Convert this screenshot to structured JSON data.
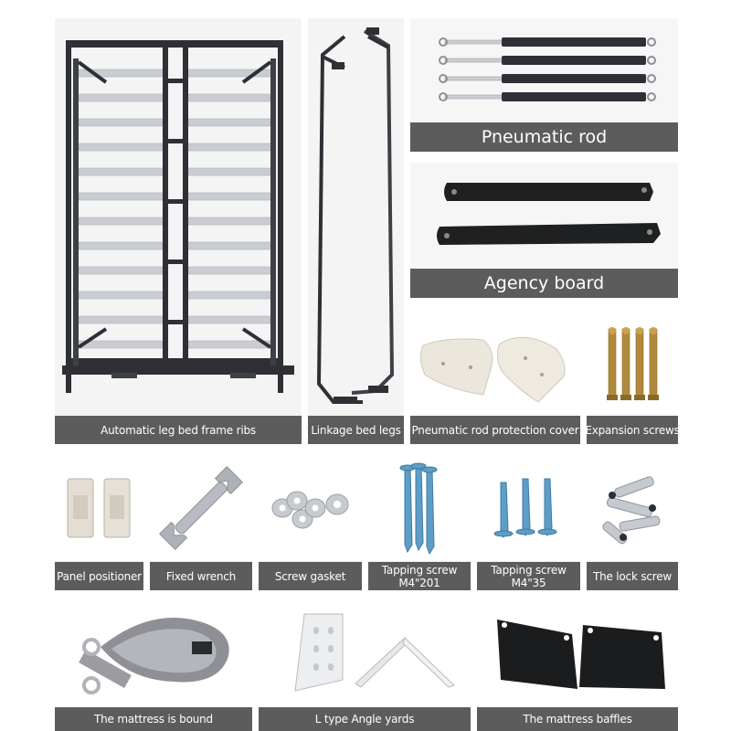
{
  "items": {
    "bed_frame": {
      "label": "Automatic leg bed frame ribs",
      "icon": "bed-frame-icon"
    },
    "linkage_legs": {
      "label": "Linkage bed legs",
      "icon": "linkage-legs-icon"
    },
    "pneumatic_rod": {
      "label": "Pneumatic rod",
      "icon": "gas-spring-icon"
    },
    "agency_board": {
      "label": "Agency board",
      "icon": "mechanism-board-icon"
    },
    "protection_cover": {
      "label": "Pneumatic rod protection cover",
      "icon": "protection-cover-icon"
    },
    "expansion_screws": {
      "label": "Expansion screws",
      "icon": "expansion-screw-icon"
    },
    "panel_positioner": {
      "label": "Panel positioner",
      "icon": "panel-positioner-icon"
    },
    "fixed_wrench": {
      "label": "Fixed wrench",
      "icon": "wrench-icon"
    },
    "screw_gasket": {
      "label": "Screw gasket",
      "icon": "washer-icon"
    },
    "tapping_screw_201": {
      "line1": "Tapping screw",
      "line2": "M4\"201",
      "icon": "tapping-screw-icon"
    },
    "tapping_screw_35": {
      "line1": "Tapping screw",
      "line2": "M4\"35",
      "icon": "tapping-screw-icon"
    },
    "lock_screw": {
      "label": "The lock screw",
      "icon": "lock-screw-icon"
    },
    "mattress_bound": {
      "label": "The mattress is bound",
      "icon": "mattress-strap-icon"
    },
    "angle_yards": {
      "label": "L type Angle yards",
      "icon": "angle-bracket-icon"
    },
    "mattress_baffles": {
      "label": "The mattress baffles",
      "icon": "mattress-baffle-icon"
    }
  },
  "colors": {
    "card_bg": "#f2f2f2",
    "label_bg": "#5c5c5c",
    "label_text": "#ffffff",
    "steel_dark": "#2e3035",
    "slat_silver": "#c9ccd1",
    "screw_blue": "#5d9ec8"
  }
}
